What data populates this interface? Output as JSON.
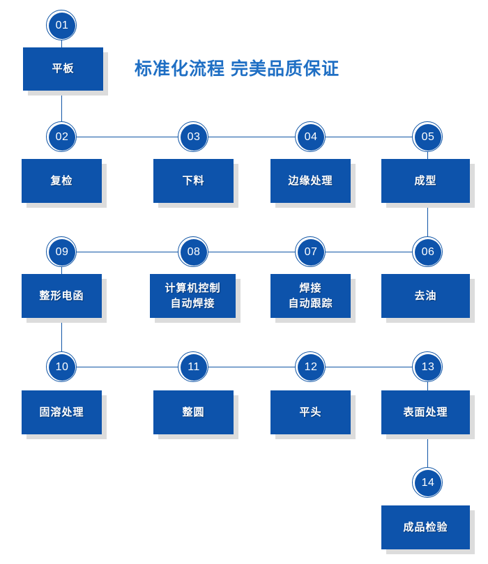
{
  "title": "标准化流程 完美品质保证",
  "colors": {
    "box_fill": "#0d53ab",
    "badge_fill": "#0d53ab",
    "line": "#1055a5",
    "title": "#1f6fc4",
    "shadow": "#dcdcdc",
    "background": "#ffffff"
  },
  "steps": [
    {
      "number": "01",
      "label": "平板"
    },
    {
      "number": "02",
      "label": "复检"
    },
    {
      "number": "03",
      "label": "下料"
    },
    {
      "number": "04",
      "label": "边缘处理"
    },
    {
      "number": "05",
      "label": "成型"
    },
    {
      "number": "06",
      "label": "去油"
    },
    {
      "number": "07",
      "label": "焊接\n自动跟踪"
    },
    {
      "number": "08",
      "label": "计算机控制\n自动焊接"
    },
    {
      "number": "09",
      "label": "整形电函"
    },
    {
      "number": "10",
      "label": "固溶处理"
    },
    {
      "number": "11",
      "label": "整圆"
    },
    {
      "number": "12",
      "label": "平头"
    },
    {
      "number": "13",
      "label": "表面处理"
    },
    {
      "number": "14",
      "label": "成品检验"
    }
  ]
}
